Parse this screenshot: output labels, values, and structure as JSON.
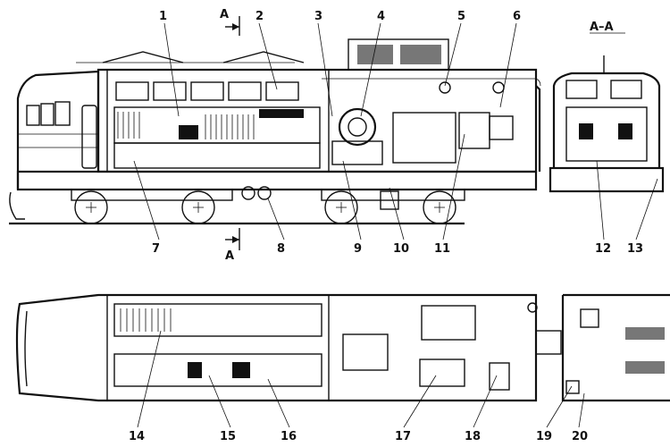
{
  "section_marks": {
    "cut_letter": "A",
    "view_title": "А–А"
  },
  "callouts": [
    "1",
    "2",
    "3",
    "4",
    "5",
    "6",
    "7",
    "8",
    "9",
    "10",
    "11",
    "12",
    "13",
    "14",
    "15",
    "16",
    "17",
    "18",
    "19",
    "20"
  ]
}
